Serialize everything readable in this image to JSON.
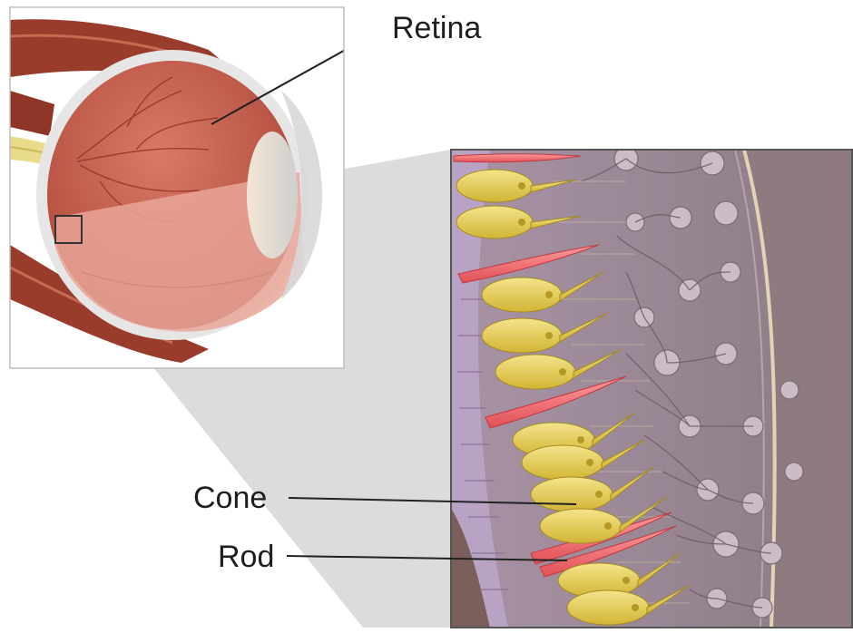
{
  "labels": {
    "retina": "Retina",
    "cone": "Cone",
    "rod": "Rod"
  },
  "colors": {
    "eyeball": "#c8685a",
    "retina_lit": "#e9a699",
    "muscle": "#9a3c2c",
    "nerve": "#e8dc8a",
    "cone_cell": "#e6cf5a",
    "rod_cell": "#f07a7c",
    "tissue": "#9b8a92",
    "epithelium": "#b9a3c4"
  }
}
